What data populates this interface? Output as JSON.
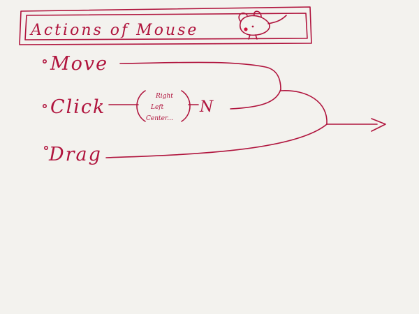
{
  "title": "Actions of Mouse",
  "items": {
    "move": "Move",
    "click": "Click",
    "drag": "Drag"
  },
  "click_options": [
    "Right",
    "Left",
    "Center..."
  ],
  "click_count": "N",
  "icons": {
    "mouse": "mouse-doodle-icon",
    "arrow": "arrow-right-icon",
    "bullet": "bullet-dot-icon"
  },
  "colors": {
    "ink": "#b0143d",
    "paper": "#f3f2ee"
  }
}
